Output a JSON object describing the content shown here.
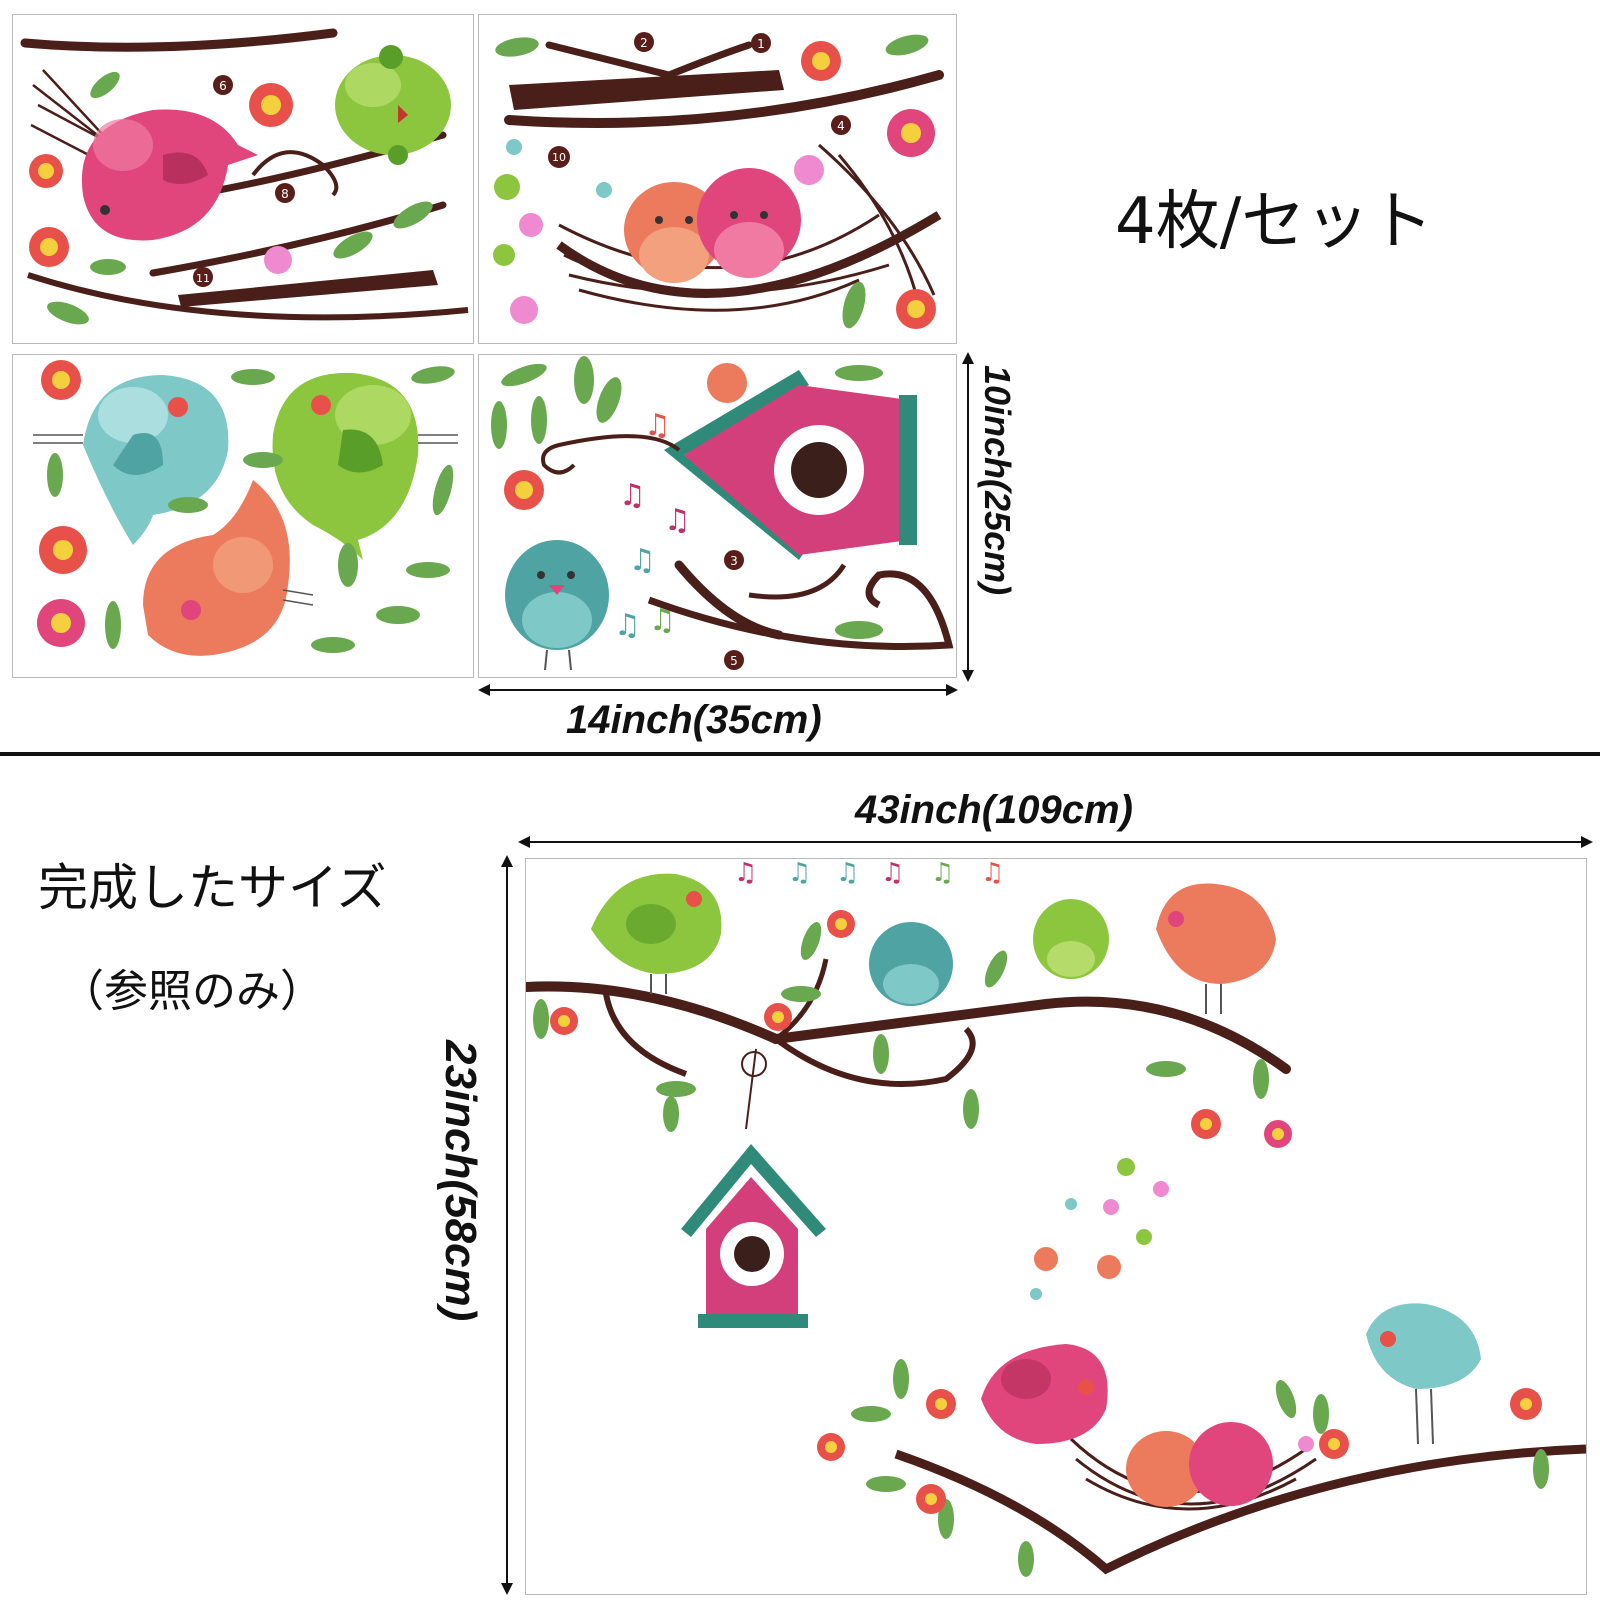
{
  "product": {
    "set_label": "4枚/セット",
    "sheet_width": "14inch(35cm)",
    "sheet_height": "10inch(25cm)",
    "finished_label": "完成したサイズ",
    "reference_label": "（参照のみ）",
    "finished_width": "43inch(109cm)",
    "finished_height": "23inch(58cm)"
  },
  "sticker_numbers": {
    "sheet1": [
      "6",
      "8",
      "11"
    ],
    "sheet2": [
      "2",
      "1",
      "4",
      "10"
    ],
    "sheet4": [
      "3",
      "5"
    ]
  },
  "colors": {
    "branch": "#4a1f1a",
    "leaf": "#6aa84f",
    "pink_bird": "#e0457b",
    "green_bird": "#8cc63f",
    "blue_bird": "#7ec8c8",
    "orange_bird": "#ec7a5c",
    "birdhouse": "#d33f7a",
    "birdhouse_roof": "#2f8a7a",
    "flower": "#e8504a",
    "flower_center": "#f4d03f",
    "divider": "#111111"
  }
}
